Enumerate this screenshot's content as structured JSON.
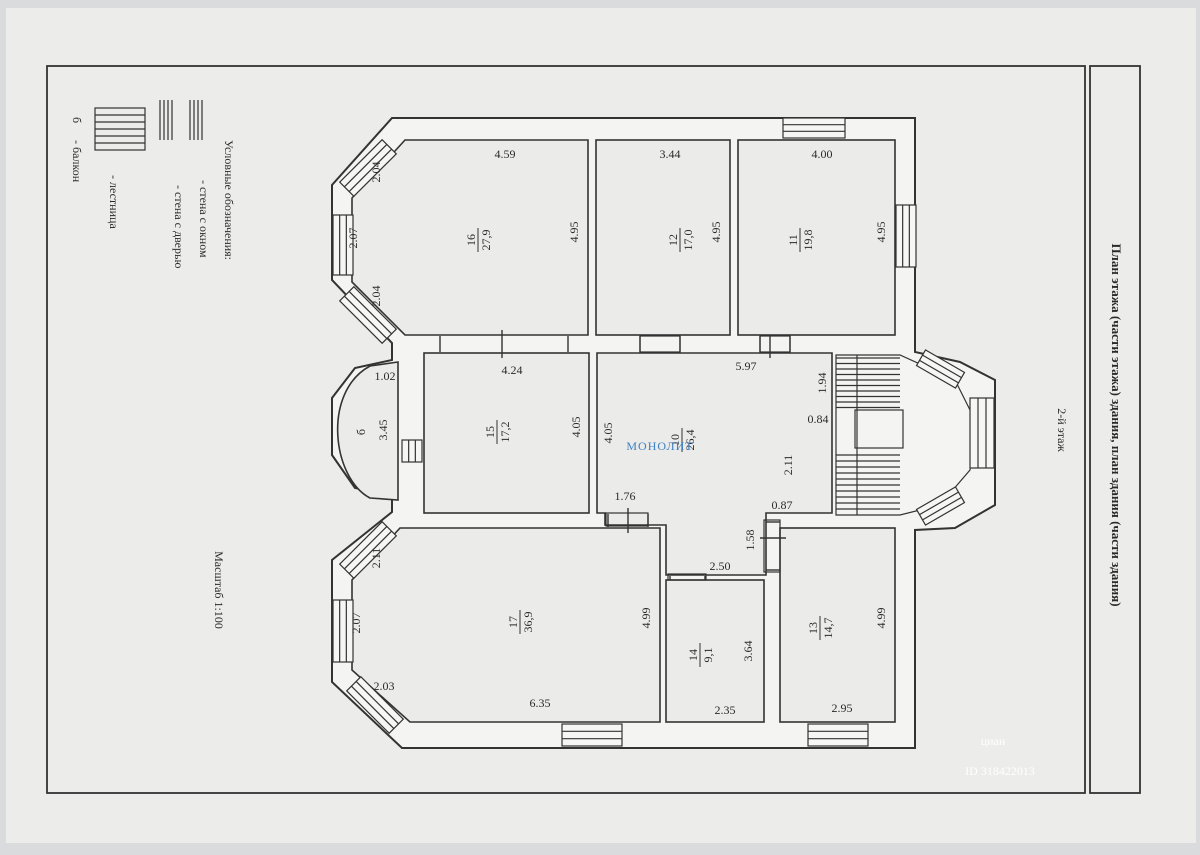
{
  "title": "План этажа (части этажа) здания, план здания (части здания)",
  "floor_label": "2-й этаж",
  "scale": "Масштаб 1:100",
  "legend": {
    "heading": "Условные обозначения:",
    "window_wall": "- стена с окном",
    "door_wall": "- стена с дверью",
    "stair": "- лестница",
    "balcony_code": "б",
    "balcony": "- балкон"
  },
  "rooms": [
    {
      "num": "16",
      "area": "27,9"
    },
    {
      "num": "12",
      "area": "17,0"
    },
    {
      "num": "11",
      "area": "19,8"
    },
    {
      "num": "15",
      "area": "17,2"
    },
    {
      "num": "10",
      "area": "26,4"
    },
    {
      "num": "17",
      "area": "36,9"
    },
    {
      "num": "14",
      "area": "9,1"
    },
    {
      "num": "13",
      "area": "14,7"
    }
  ],
  "balcony_room": {
    "code": "б",
    "dim_a": "1.02",
    "dim_b": "3.45"
  },
  "dims": {
    "r16_w": "4.59",
    "r16_h": "4.95",
    "bay_top_a": "2.04",
    "bay_top_b": "2.07",
    "bay_top_c": "2.04",
    "r12_w": "3.44",
    "r12_h": "4.95",
    "r11_w": "4.00",
    "r11_h": "4.95",
    "r15_w": "4.24",
    "r15_h": "4.05",
    "r10_w": "5.97",
    "r10_h": "4.05",
    "r10_a": "1.94",
    "r10_b": "0.84",
    "r10_c": "2.11",
    "r10_d": "0.87",
    "r10_e": "1.76",
    "r17_w": "6.35",
    "r17_h": "4.99",
    "bay_bot_a": "2.11",
    "bay_bot_b": "2.07",
    "bay_bot_c": "2.03",
    "r14_w": "2.35",
    "r14_h": "3.64",
    "corr": "2.50",
    "corr2": "1.58",
    "r13_w": "2.95",
    "r13_h": "4.99"
  },
  "watermark_mono": "МОНОЛИТ",
  "watermark_cian": "циан",
  "watermark_id": "ID 318422013",
  "colors": {
    "paper": "#ececea",
    "ink": "#2a2a2a",
    "mono_blue": "#3d7fc0",
    "mono_orange": "#e8913a"
  }
}
